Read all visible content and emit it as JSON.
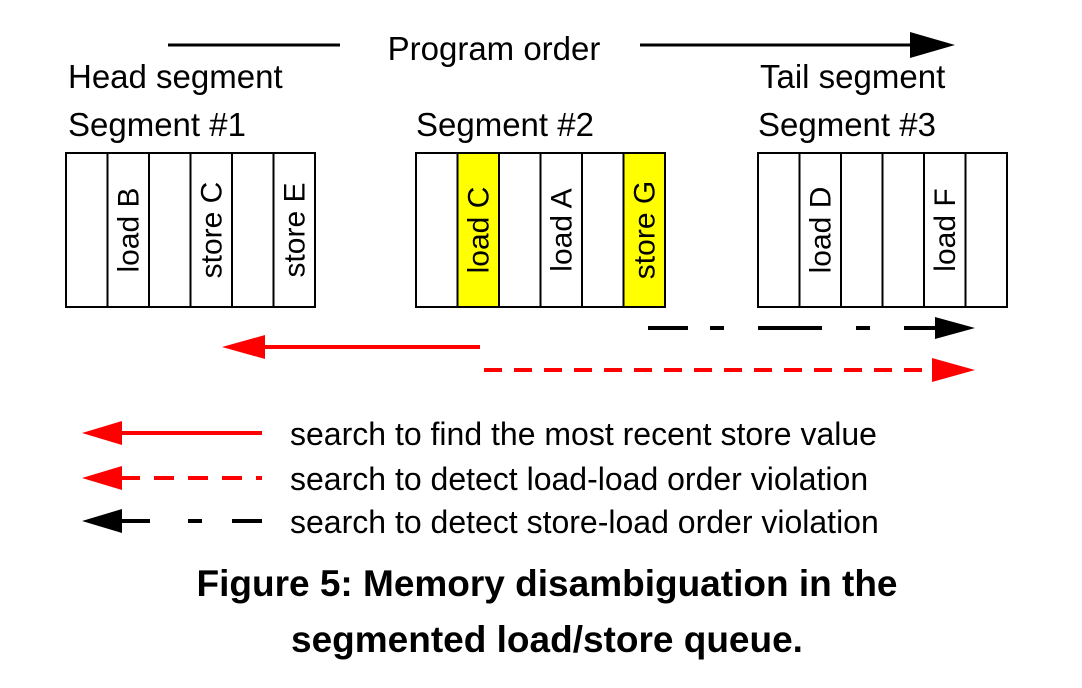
{
  "program_order_label": "Program order",
  "segments": [
    {
      "title_top": "Head segment",
      "title": "Segment #1",
      "cells": [
        {
          "text": "",
          "highlight": false
        },
        {
          "text": "load B",
          "highlight": false
        },
        {
          "text": "",
          "highlight": false
        },
        {
          "text": "store C",
          "highlight": false
        },
        {
          "text": "",
          "highlight": false
        },
        {
          "text": "store E",
          "highlight": false
        }
      ]
    },
    {
      "title_top": "",
      "title": "Segment #2",
      "cells": [
        {
          "text": "",
          "highlight": false
        },
        {
          "text": "load C",
          "highlight": true
        },
        {
          "text": "",
          "highlight": false
        },
        {
          "text": "load A",
          "highlight": false
        },
        {
          "text": "",
          "highlight": false
        },
        {
          "text": "store G",
          "highlight": true
        }
      ]
    },
    {
      "title_top": "Tail segment",
      "title": "Segment #3",
      "cells": [
        {
          "text": "",
          "highlight": false
        },
        {
          "text": "load D",
          "highlight": false
        },
        {
          "text": "",
          "highlight": false
        },
        {
          "text": "",
          "highlight": false
        },
        {
          "text": "load F",
          "highlight": false
        },
        {
          "text": "",
          "highlight": false
        }
      ]
    }
  ],
  "legend": [
    {
      "style": "red-solid",
      "text": "search to find the most recent store value"
    },
    {
      "style": "red-dashed",
      "text": "search to detect load-load order violation"
    },
    {
      "style": "black-dashdot",
      "text": "search to detect store-load order violation"
    }
  ],
  "caption": {
    "line1": "Figure 5: Memory disambiguation in the",
    "line2": "segmented load/store queue."
  },
  "colors": {
    "highlight": "#ffff00",
    "red": "#ff0000",
    "black": "#000000"
  }
}
